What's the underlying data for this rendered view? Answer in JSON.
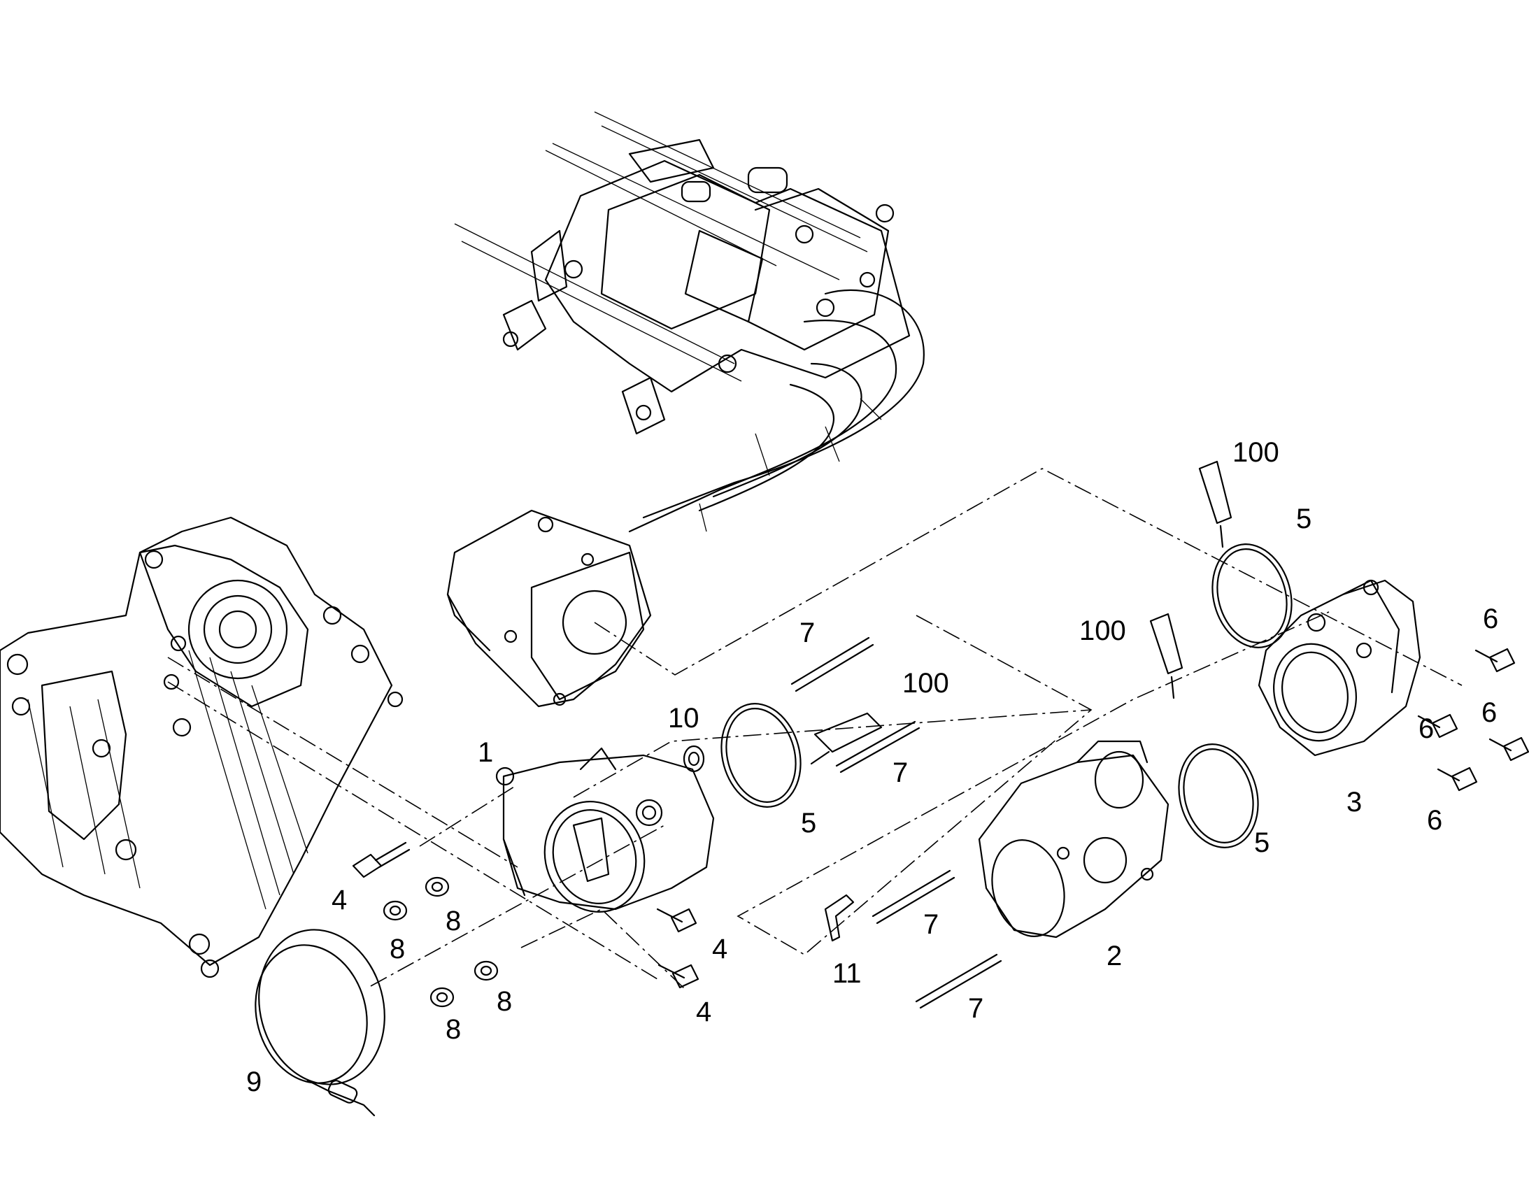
{
  "callouts": {
    "c1": "1",
    "c2": "2",
    "c3": "3",
    "c4a": "4",
    "c4b": "4",
    "c4c": "4",
    "c5a": "5",
    "c5b": "5",
    "c5c": "5",
    "c6a": "6",
    "c6b": "6",
    "c6c": "6",
    "c6d": "6",
    "c7a": "7",
    "c7b": "7",
    "c7c": "7",
    "c7d": "7",
    "c8a": "8",
    "c8b": "8",
    "c8c": "8",
    "c8d": "8",
    "c9": "9",
    "c10": "10",
    "c11": "11",
    "c100a": "100",
    "c100b": "100",
    "c100c": "100"
  }
}
